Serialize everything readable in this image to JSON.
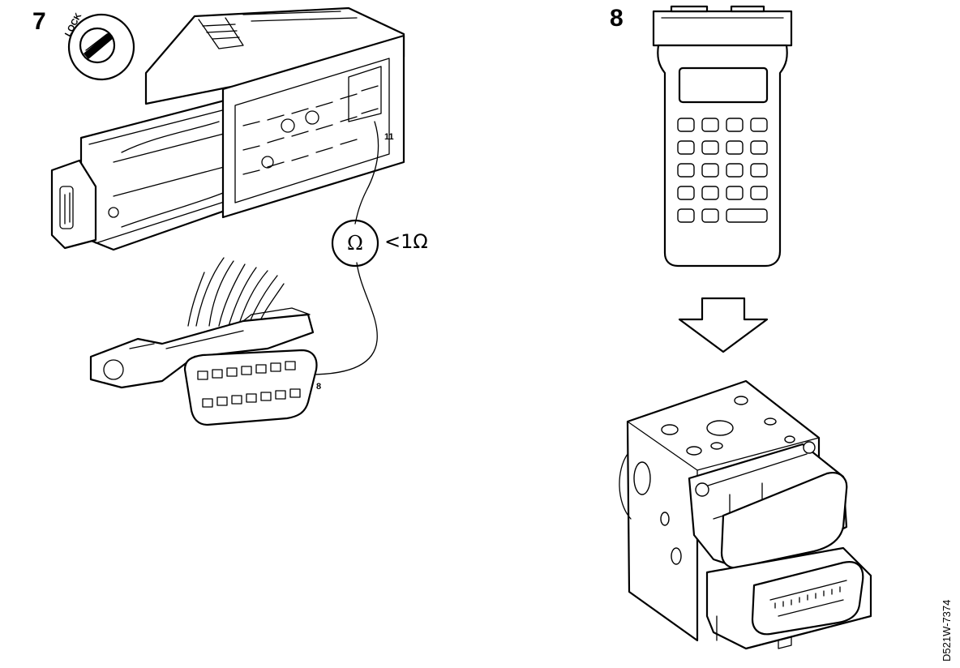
{
  "figures": {
    "step_7": {
      "number": "7",
      "ignition_label": "LOCK",
      "pin_ecu": "11",
      "pin_dlc": "8",
      "meter_symbol": "Ω",
      "spec": "<1Ω"
    },
    "step_8": {
      "number": "8"
    }
  },
  "reference_code": "D521W-7374"
}
